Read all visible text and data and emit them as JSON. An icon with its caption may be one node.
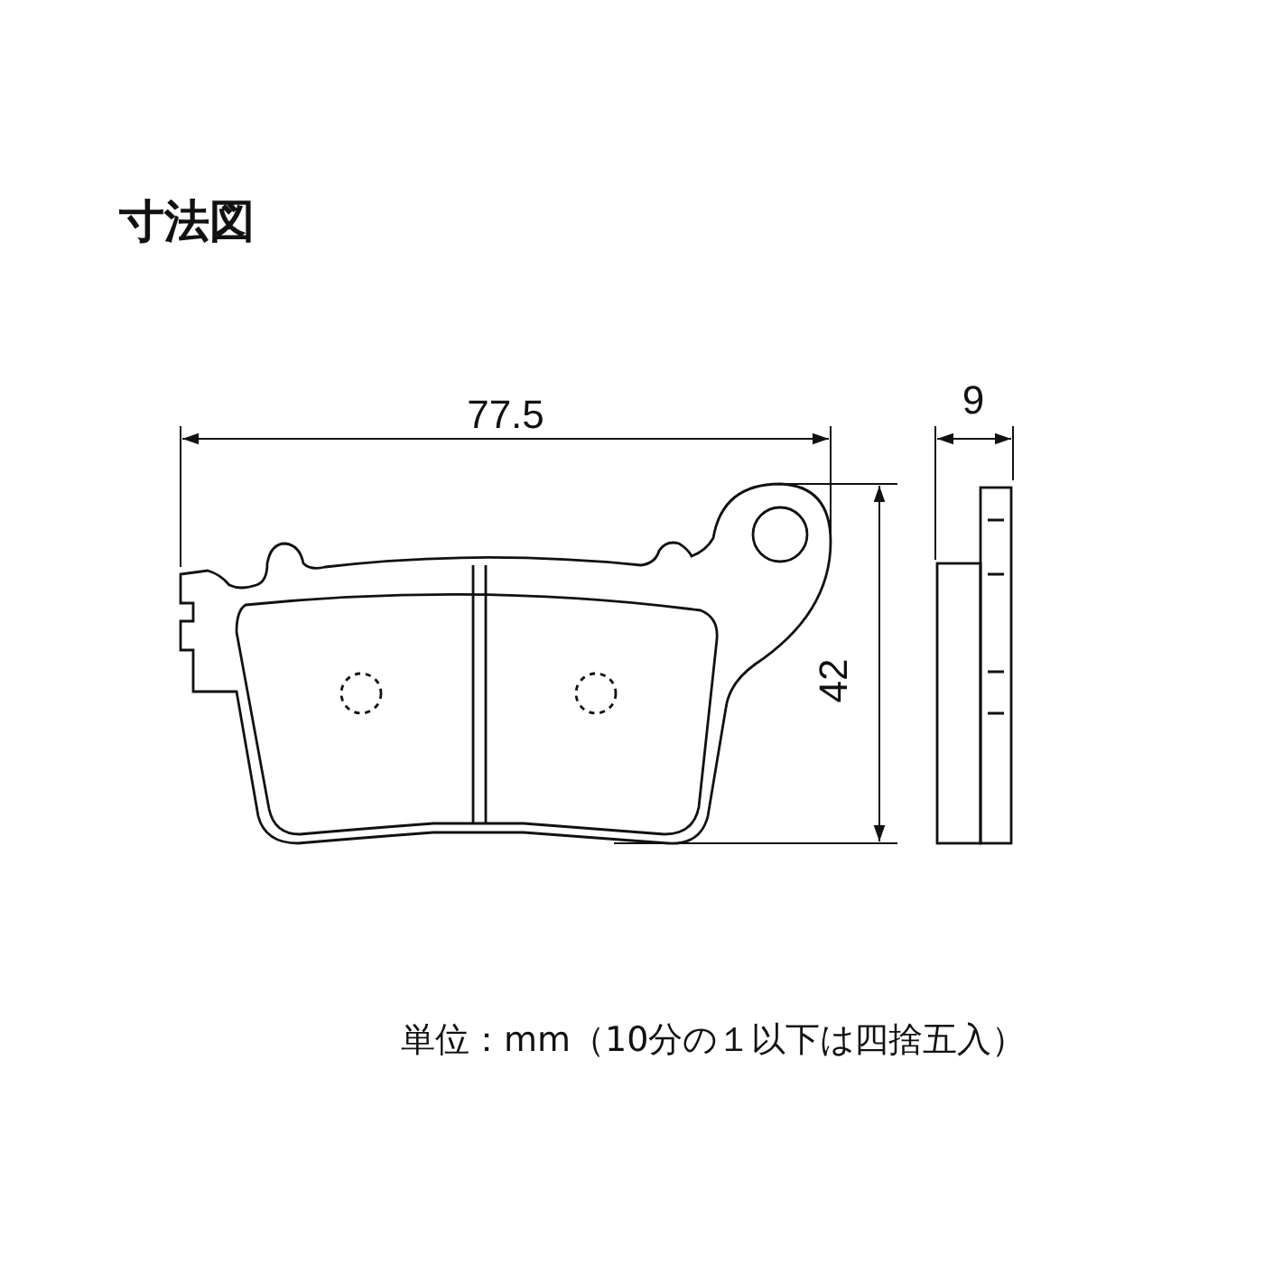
{
  "diagram": {
    "title": "寸法図",
    "labels": [
      "77.5",
      "9",
      "42"
    ],
    "caption": "単位：mm（10分の１以下は四捨五入）"
  }
}
